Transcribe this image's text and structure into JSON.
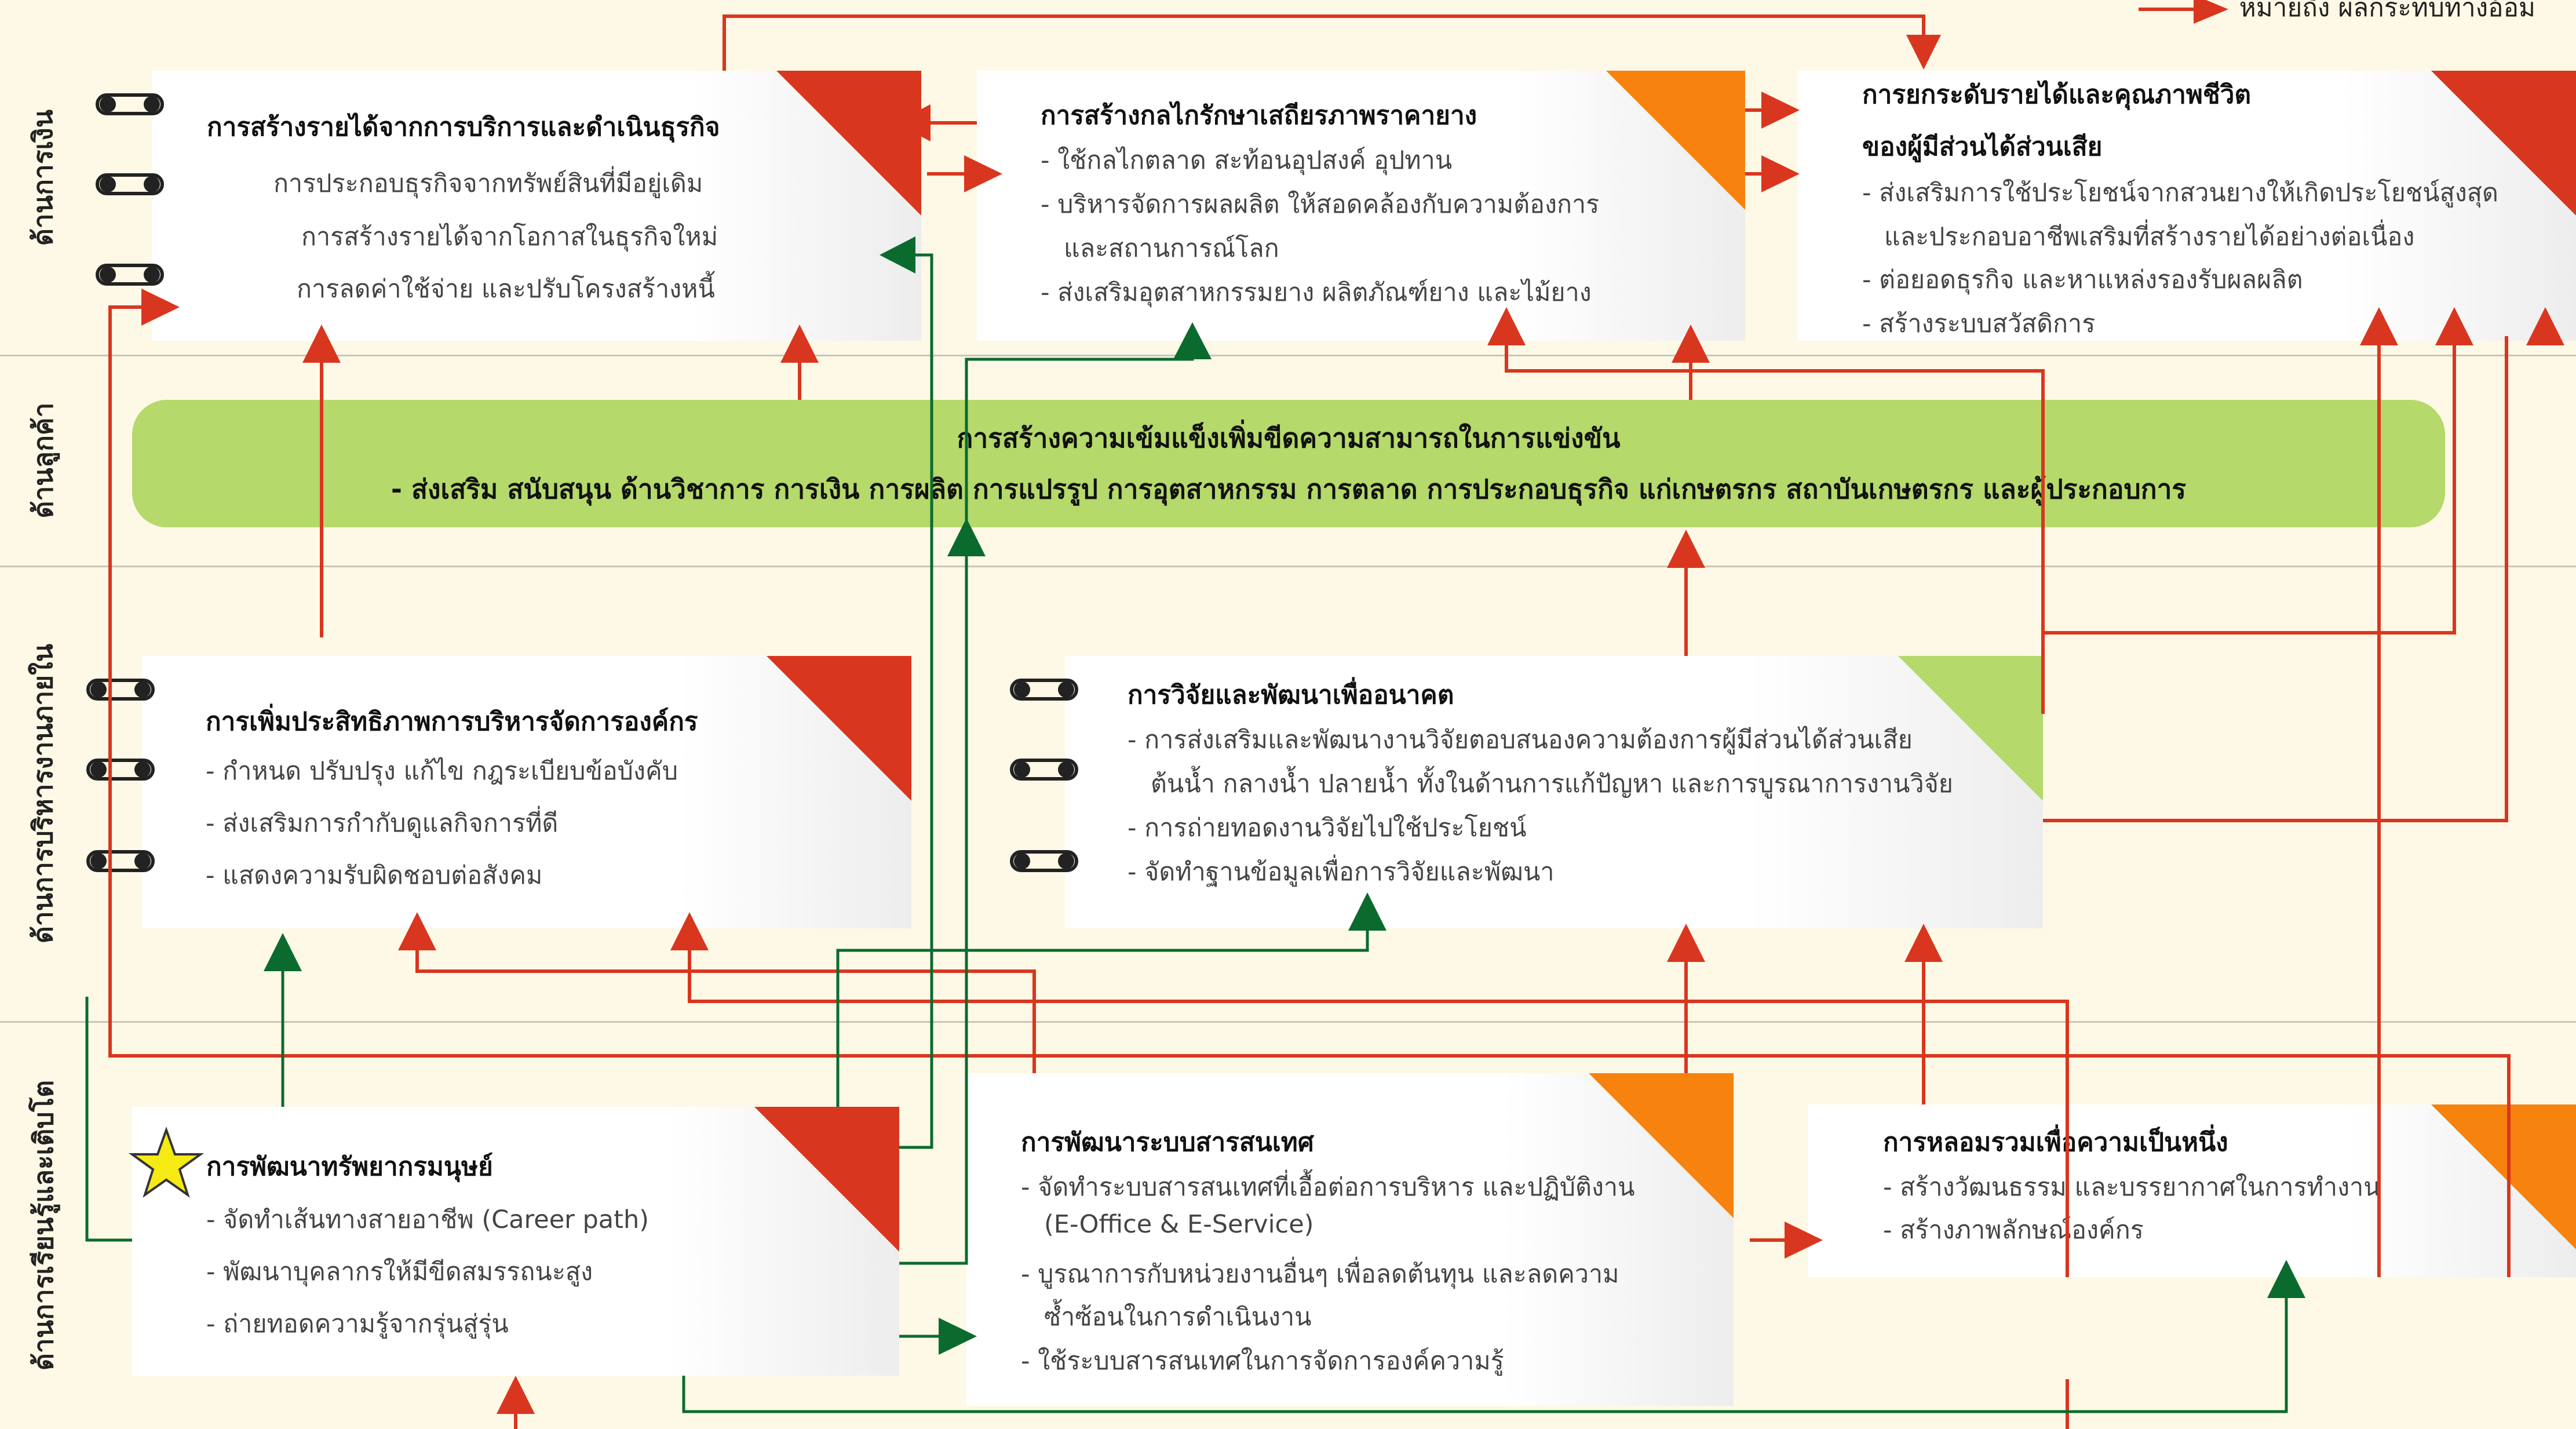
{
  "legend": {
    "label": "หมายถึง ผลกระทบทางอ้อม"
  },
  "bands": [
    {
      "name": "finance",
      "label": "ด้านการเงิน"
    },
    {
      "name": "customer",
      "label": "ด้านลูกค้า"
    },
    {
      "name": "internal",
      "label": "ด้านการบริหารงานภายใน"
    },
    {
      "name": "learning",
      "label": "ด้านการเรียนรู้และเติบโต"
    }
  ],
  "boxes": {
    "revenue": {
      "title": "การสร้างรายได้จากการบริการและดำเนินธุรกิจ",
      "items": [
        "การประกอบธุรกิจจากทรัพย์สินที่มีอยู่เดิม",
        "การสร้างรายได้จากโอกาสในธุรกิจใหม่",
        "การลดค่าใช้จ่าย และปรับโครงสร้างหนี้"
      ]
    },
    "price": {
      "title": "การสร้างกลไกรักษาเสถียรภาพราคายาง",
      "items": [
        "- ใช้กลไกตลาด สะท้อนอุปสงค์ อุปทาน",
        "- บริหารจัดการผลผลิต ให้สอดคล้องกับความต้องการ",
        "และสถานการณ์โลก",
        "- ส่งเสริมอุตสาหกรรมยาง ผลิตภัณฑ์ยาง และไม้ยาง"
      ]
    },
    "income": {
      "title": "การยกระดับรายได้และคุณภาพชีวิต",
      "title2": "ของผู้มีส่วนได้ส่วนเสีย",
      "items": [
        "- ส่งเสริมการใช้ประโยชน์จากสวนยางให้เกิดประโยชน์สูงสุด",
        "และประกอบอาชีพเสริมที่สร้างรายได้อย่างต่อเนื่อง",
        "- ต่อยอดธุรกิจ และหาแหล่งรองรับผลผลิต",
        "- สร้างระบบสวัสดิการ"
      ]
    },
    "customer": {
      "title": "การสร้างความเข้มแข็งเพิ่มขีดความสามารถในการแข่งขัน",
      "sub": "-  ส่งเสริม สนับสนุน ด้านวิชาการ การเงิน การผลิต การแปรรูป การอุตสาหกรรม การตลาด การประกอบธุรกิจ แก่เกษตรกร สถาบันเกษตรกร และผู้ประกอบการ"
    },
    "efficiency": {
      "title": "การเพิ่มประสิทธิภาพการบริหารจัดการองค์กร",
      "items": [
        "-   กำหนด ปรับปรุง แก้ไข กฎระเบียบข้อบังคับ",
        "-   ส่งเสริมการกำกับดูแลกิจการที่ดี",
        "-   แสดงความรับผิดชอบต่อสังคม"
      ]
    },
    "research": {
      "title": "การวิจัยและพัฒนาเพื่ออนาคต",
      "items": [
        "- การส่งเสริมและพัฒนางานวิจัยตอบสนองความต้องการผู้มีส่วนได้ส่วนเสีย",
        "ต้นน้ำ กลางน้ำ ปลายน้ำ ทั้งในด้านการแก้ปัญหา และการบูรณาการงานวิจัย",
        "- การถ่ายทอดงานวิจัยไปใช้ประโยชน์",
        "- จัดทำฐานข้อมูลเพื่อการวิจัยและพัฒนา"
      ]
    },
    "hr": {
      "title": "การพัฒนาทรัพยากรมนุษย์",
      "items": [
        "- จัดทำเส้นทางสายอาชีพ (Career path)",
        "- พัฒนาบุคลากรให้มีขีดสมรรถนะสูง",
        "- ถ่ายทอดความรู้จากรุ่นสู่รุ่น"
      ]
    },
    "it": {
      "title": "การพัฒนาระบบสารสนเทศ",
      "items": [
        "- จัดทำระบบสารสนเทศที่เอื้อต่อการบริหาร และปฏิบัติงาน",
        "(E-Office &  E-Service)",
        "- บูรณาการกับหน่วยงานอื่นๆ เพื่อลดต้นทุน และลดความ",
        "ซ้ำซ้อนในการดำเนินงาน",
        "- ใช้ระบบสารสนเทศในการจัดการองค์ความรู้"
      ]
    },
    "unity": {
      "title": "การหลอมรวมเพื่อความเป็นหนึ่ง",
      "items": [
        "- สร้างวัฒนธรรม และบรรยากาศในการทำงาน",
        "- สร้างภาพลักษณ์องค์กร"
      ]
    }
  },
  "colors": {
    "red": "#d9361f",
    "orange": "#f7820e",
    "green_corner": "#b5d96a",
    "green_line": "#0b6b2f",
    "star": "#f5ea14"
  }
}
